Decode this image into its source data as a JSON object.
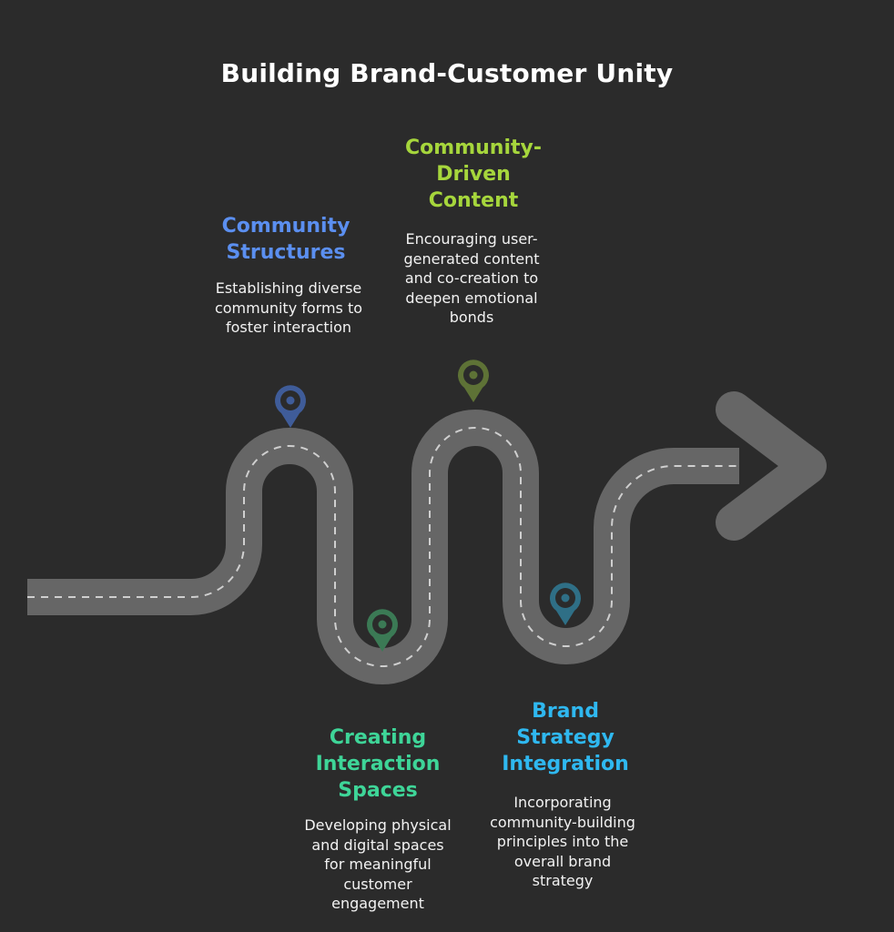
{
  "title": "Building Brand-Customer Unity",
  "colors": {
    "background": "#2b2b2b",
    "road": "#666666",
    "road_dash": "#cfcfcf",
    "arrow": "#666666"
  },
  "milestones": [
    {
      "heading": "Community Structures",
      "description": "Establishing diverse community forms to foster interaction",
      "color": "#5b8ff0",
      "pin_color": "#3f5c99",
      "icon": "map-pin-icon"
    },
    {
      "heading": "Community-Driven Content",
      "description": "Encouraging user-generated content and co-creation to deepen emotional bonds",
      "color": "#a6d63c",
      "pin_color": "#5e7236",
      "icon": "map-pin-icon"
    },
    {
      "heading": "Creating Interaction Spaces",
      "description": "Developing physical and digital spaces for meaningful customer engagement",
      "color": "#3ed598",
      "pin_color": "#3b7a55",
      "icon": "map-pin-icon"
    },
    {
      "heading": "Brand Strategy Integration",
      "description": "Incorporating community-building principles into the overall brand strategy",
      "color": "#2fb8f0",
      "pin_color": "#2f6f86",
      "icon": "map-pin-icon"
    }
  ]
}
